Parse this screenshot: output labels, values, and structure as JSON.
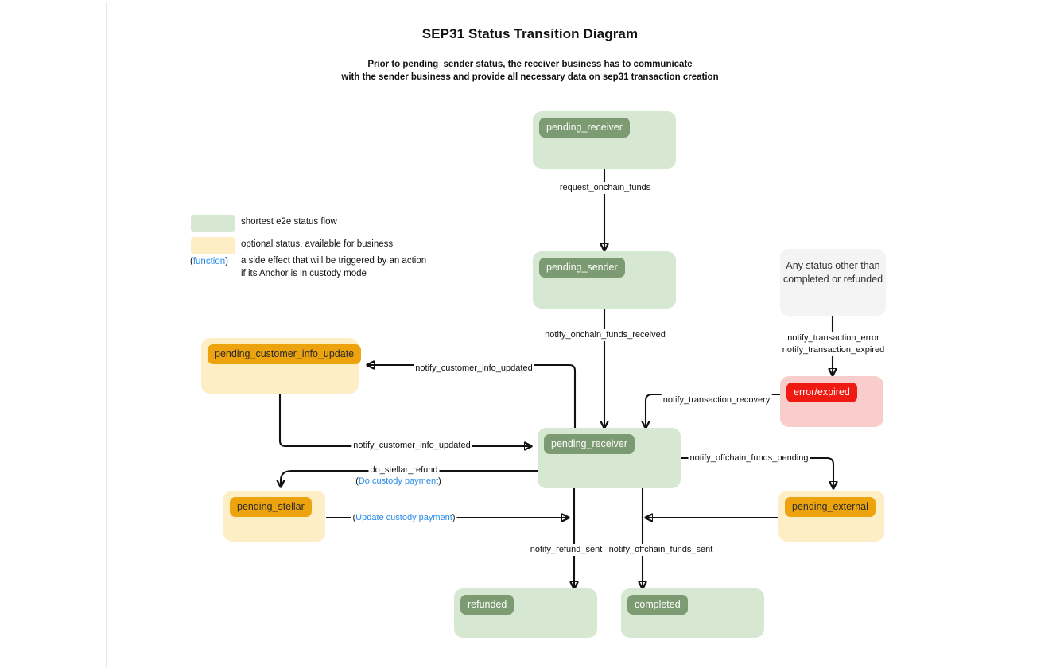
{
  "page": {
    "title": "SEP31 Status Transition Diagram",
    "subtitle_line1": "Prior to pending_sender status, the receiver business has to communicate",
    "subtitle_line2": "with the sender business and provide all necessary data on sep31 transaction creation"
  },
  "legend": {
    "items": [
      {
        "swatch_color": "#d7e8d2",
        "text": "shortest e2e status flow"
      },
      {
        "swatch_color": "#fdeec6",
        "text": "optional status, available for business"
      }
    ],
    "function_note": {
      "open_paren": "(",
      "keyword": "function",
      "close_paren": ")",
      "line1": "a side effect that will be triggered by an action",
      "line2": "if its Anchor is in custody mode"
    }
  },
  "colors": {
    "green_container": "#d7e8d2",
    "green_chip": "#7d9b72",
    "amber_container": "#fdeec6",
    "amber_chip": "#eda30e",
    "red_container": "#f9cdcb",
    "red_chip": "#ef1b12",
    "gray_container": "#f4f4f4",
    "edge": "#121212",
    "function_blue": "#2a8ae8"
  },
  "nodes": [
    {
      "id": "pending_receiver_top",
      "label": "pending_receiver",
      "kind": "green"
    },
    {
      "id": "pending_sender",
      "label": "pending_sender",
      "kind": "green"
    },
    {
      "id": "any_status",
      "label": "Any status other than\ncompleted or refunded",
      "kind": "gray",
      "line1": "Any status other than",
      "line2": "completed or refunded"
    },
    {
      "id": "error_expired",
      "label": "error/expired",
      "kind": "red"
    },
    {
      "id": "pending_customer_info_update",
      "label": "pending_customer_info_update",
      "kind": "amber"
    },
    {
      "id": "pending_receiver_main",
      "label": "pending_receiver",
      "kind": "green"
    },
    {
      "id": "pending_stellar",
      "label": "pending_stellar",
      "kind": "amber"
    },
    {
      "id": "pending_external",
      "label": "pending_external",
      "kind": "amber"
    },
    {
      "id": "refunded",
      "label": "refunded",
      "kind": "green"
    },
    {
      "id": "completed",
      "label": "completed",
      "kind": "green"
    }
  ],
  "edges": [
    {
      "from": "pending_receiver_top",
      "to": "pending_sender",
      "label": "request_onchain_funds"
    },
    {
      "from": "pending_sender",
      "to": "pending_receiver_main",
      "label": "notify_onchain_funds_received"
    },
    {
      "from": "any_status",
      "to": "error_expired",
      "label_line1": "notify_transaction_error",
      "label_line2": "notify_transaction_expired"
    },
    {
      "from": "error_expired",
      "to": "pending_receiver_main",
      "label": "notify_transaction_recovery"
    },
    {
      "from": "pending_receiver_main",
      "to": "pending_customer_info_update",
      "label": "notify_customer_info_updated"
    },
    {
      "from": "pending_customer_info_update",
      "to": "pending_receiver_main",
      "label": "notify_customer_info_updated"
    },
    {
      "from": "pending_receiver_main",
      "to": "pending_stellar",
      "label": "do_stellar_refund",
      "function_label": "Do custody payment"
    },
    {
      "from": "pending_stellar",
      "to": "refunded_arrow",
      "function_label": "Update custody payment"
    },
    {
      "from": "pending_receiver_main",
      "to": "pending_external",
      "label": "notify_offchain_funds_pending"
    },
    {
      "from": "pending_receiver_main",
      "to": "refunded",
      "label": "notify_refund_sent"
    },
    {
      "from": "pending_receiver_main",
      "to": "completed",
      "label": "notify_offchain_funds_sent"
    }
  ]
}
